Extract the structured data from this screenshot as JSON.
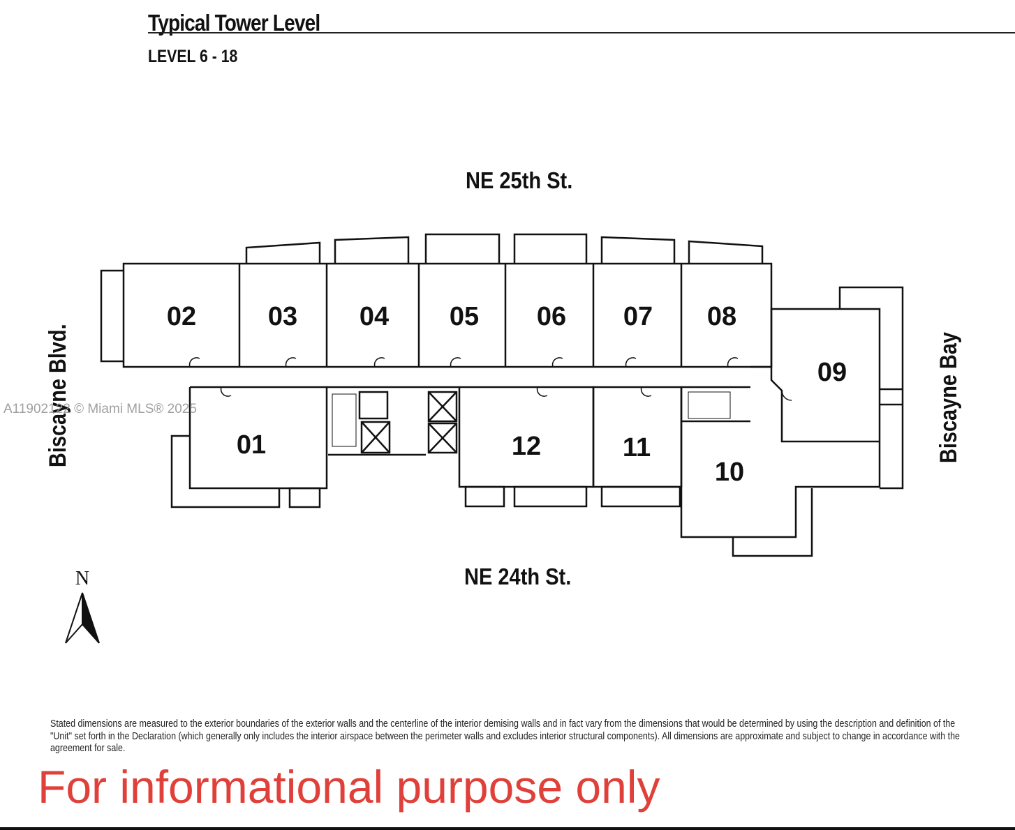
{
  "header": {
    "title": "Typical Tower Level",
    "subtitle": "LEVEL 6 - 18"
  },
  "streets": {
    "north": "NE 25th St.",
    "south": "NE 24th St.",
    "west": "Biscayne Blvd.",
    "east": "Biscayne Bay"
  },
  "units": {
    "u01": "01",
    "u02": "02",
    "u03": "03",
    "u04": "04",
    "u05": "05",
    "u06": "06",
    "u07": "07",
    "u08": "08",
    "u09": "09",
    "u10": "10",
    "u11": "11",
    "u12": "12"
  },
  "compass": {
    "label": "N"
  },
  "watermark": "A11902122 © Miami MLS® 2025",
  "disclaimer": "Stated dimensions are measured to the exterior boundaries of the exterior walls and the centerline of the interior demising walls and in fact vary from the dimensions that would be determined by using the description and definition of the \"Unit\" set forth in the Declaration (which generally only includes the interior airspace between the perimeter walls and excludes interior structural components). All dimensions are approximate and subject to change in accordance with the agreement for sale.",
  "notice": "For informational purpose only",
  "colors": {
    "notice": "#e0403a",
    "lines": "#111111"
  }
}
